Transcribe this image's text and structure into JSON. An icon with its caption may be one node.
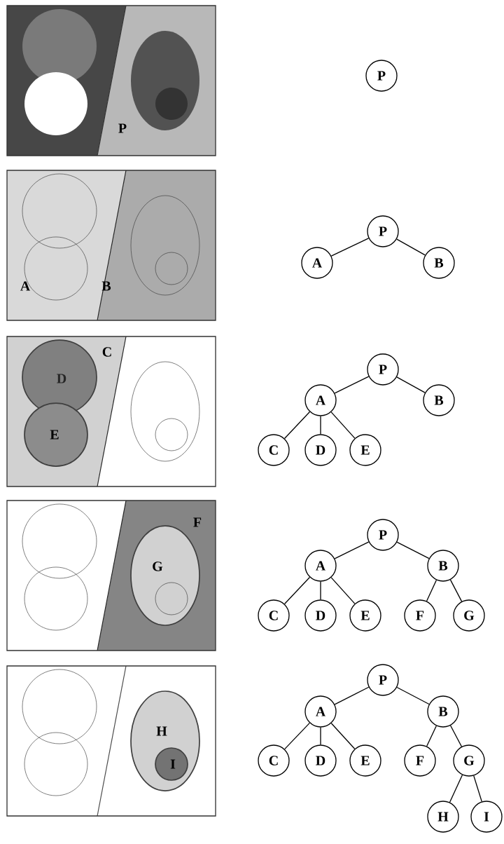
{
  "diagram": {
    "nodes": [
      {
        "text": [
          "P"
        ]
      },
      {
        "text": [
          "P"
        ]
      },
      {
        "text": [
          "A"
        ]
      },
      {
        "text": [
          "B"
        ]
      },
      {
        "text": [
          "P"
        ]
      },
      {
        "text": [
          "A"
        ]
      },
      {
        "text": [
          "B"
        ]
      },
      {
        "text": [
          "C"
        ]
      },
      {
        "text": [
          "D"
        ]
      },
      {
        "text": [
          "E"
        ]
      },
      {
        "text": [
          "P"
        ]
      },
      {
        "text": [
          "A"
        ]
      },
      {
        "text": [
          "B"
        ]
      },
      {
        "text": [
          "C"
        ]
      },
      {
        "text": [
          "D"
        ]
      },
      {
        "text": [
          "E"
        ]
      },
      {
        "text": [
          "F"
        ]
      },
      {
        "text": [
          "G"
        ]
      },
      {
        "text": [
          "P"
        ]
      },
      {
        "text": [
          "A"
        ]
      },
      {
        "text": [
          "B"
        ]
      },
      {
        "text": [
          "C"
        ]
      },
      {
        "text": [
          "D"
        ]
      },
      {
        "text": [
          "E"
        ]
      },
      {
        "text": [
          "F"
        ]
      },
      {
        "text": [
          "G"
        ]
      },
      {
        "text": [
          "H"
        ]
      },
      {
        "text": [
          "I"
        ]
      }
    ],
    "edges": [
      {
        "from": 1,
        "to": 2,
        "arrow": "none"
      },
      {
        "from": 1,
        "to": 3,
        "arrow": "none"
      },
      {
        "from": 4,
        "to": 5,
        "arrow": "none"
      },
      {
        "from": 4,
        "to": 6,
        "arrow": "none"
      },
      {
        "from": 5,
        "to": 7,
        "arrow": "none"
      },
      {
        "from": 5,
        "to": 8,
        "arrow": "none"
      },
      {
        "from": 5,
        "to": 9,
        "arrow": "none"
      },
      {
        "from": 10,
        "to": 11,
        "arrow": "none"
      },
      {
        "from": 10,
        "to": 12,
        "arrow": "none"
      },
      {
        "from": 11,
        "to": 13,
        "arrow": "none"
      },
      {
        "from": 11,
        "to": 14,
        "arrow": "none"
      },
      {
        "from": 11,
        "to": 15,
        "arrow": "none"
      },
      {
        "from": 12,
        "to": 16,
        "arrow": "none"
      },
      {
        "from": 12,
        "to": 17,
        "arrow": "none"
      },
      {
        "from": 18,
        "to": 19,
        "arrow": "none"
      },
      {
        "from": 18,
        "to": 20,
        "arrow": "none"
      },
      {
        "from": 19,
        "to": 21,
        "arrow": "none"
      },
      {
        "from": 19,
        "to": 22,
        "arrow": "none"
      },
      {
        "from": 19,
        "to": 23,
        "arrow": "none"
      },
      {
        "from": 20,
        "to": 24,
        "arrow": "none"
      },
      {
        "from": 20,
        "to": 25,
        "arrow": "none"
      },
      {
        "from": 25,
        "to": 26,
        "arrow": "none"
      },
      {
        "from": 25,
        "to": 27,
        "arrow": "none"
      }
    ],
    "labels": [
      "P",
      "A",
      "B",
      "C",
      "D",
      "E",
      "F",
      "G",
      "H",
      "I"
    ]
  }
}
